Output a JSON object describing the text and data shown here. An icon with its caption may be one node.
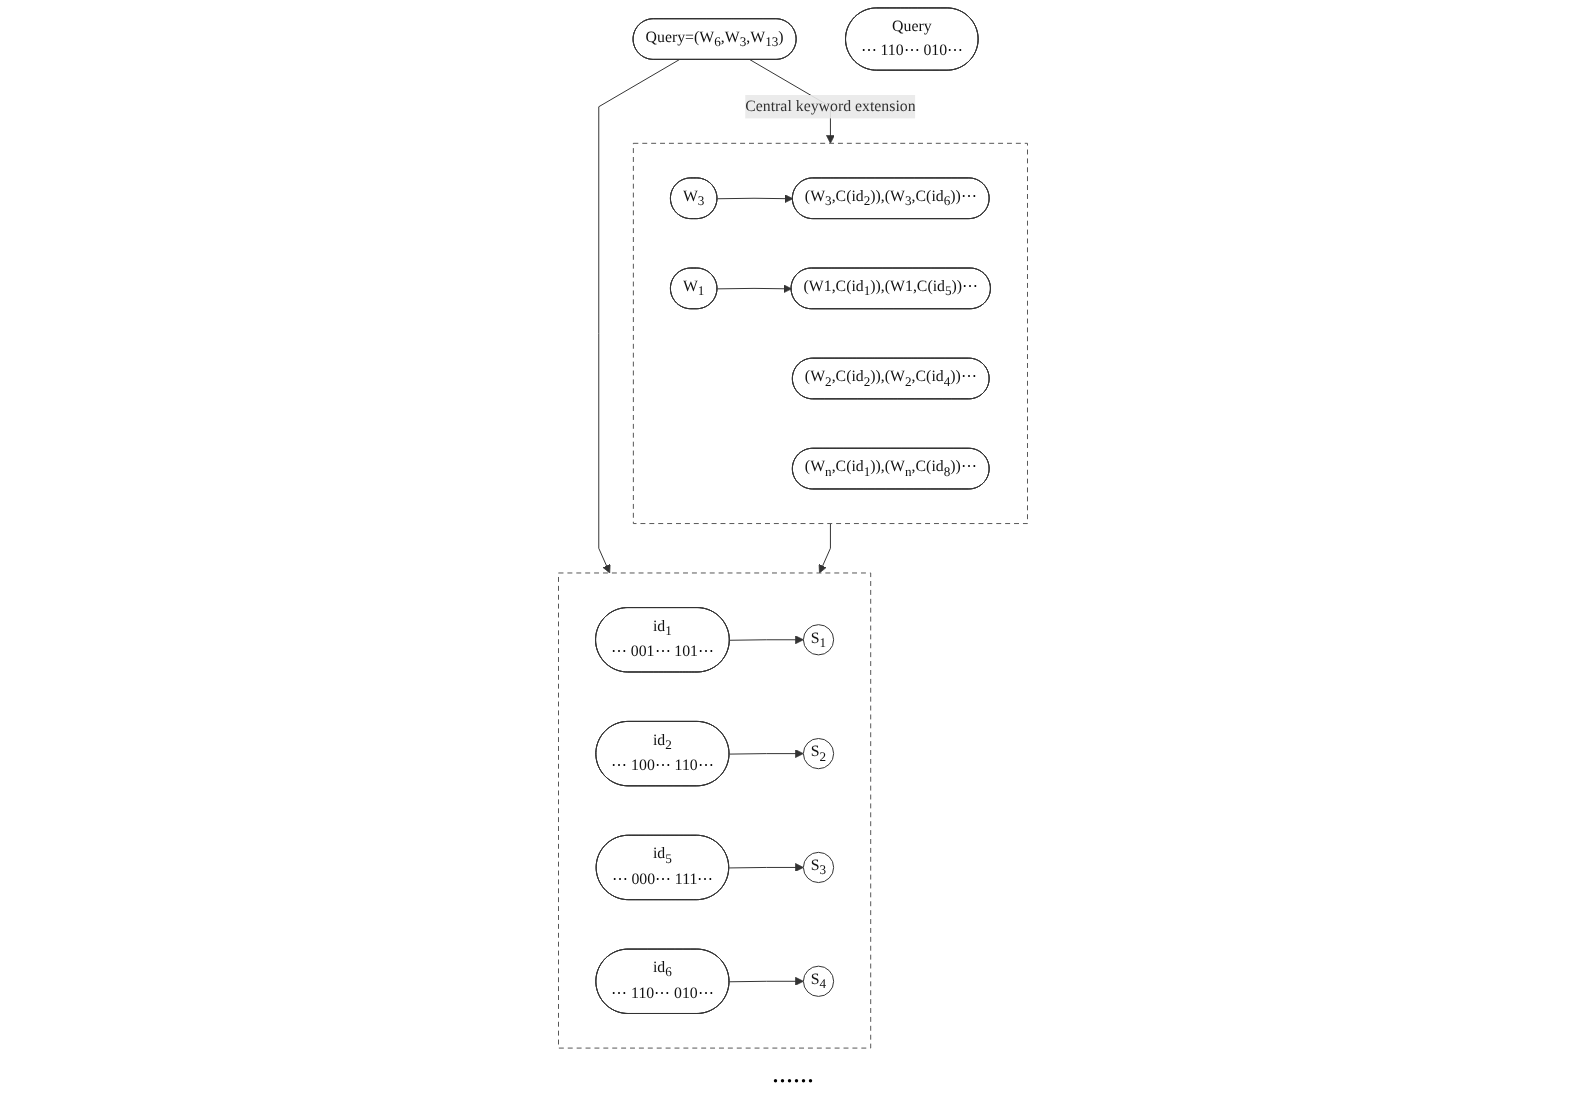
{
  "diagram": {
    "nodes": [
      {
        "text": [
          "Query=(W$_{6}$,W$_{3}$,W$_{13}$)"
        ]
      },
      {
        "text": [
          "Query",
          "⋯ 110⋯ 010⋯"
        ]
      },
      {
        "text": [],
        "shape": "box"
      },
      {
        "text": [],
        "shape": "box"
      },
      {
        "text": [
          "W$_{3}$"
        ],
        "in": 2
      },
      {
        "text": [
          "W$_{1}$"
        ],
        "in": 2
      },
      {
        "text": [
          "(W1,C(id$_{1}$)),(W1,C(id$_{5}$))⋯"
        ],
        "in": 2
      },
      {
        "text": [
          "(W$_{2}$,C(id$_{2}$)),(W$_{2}$,C(id$_{4}$))⋯"
        ],
        "in": 2
      },
      {
        "text": [
          "(W$_{3}$,C(id$_{2}$)),(W$_{3}$,C(id$_{6}$))⋯"
        ],
        "in": 2
      },
      {
        "text": [
          "(W$_{n}$,C(id$_{1}$)),(W$_{n}$,C(id$_{8}$))⋯"
        ],
        "in": 2
      },
      {
        "text": [
          "id$_{1}$",
          "⋯ 001⋯ 101⋯"
        ],
        "in": 3
      },
      {
        "text": [
          "S$_{1}$"
        ],
        "in": 3
      },
      {
        "text": [
          "id$_{2}$",
          "⋯ 100⋯ 110⋯"
        ],
        "in": 3
      },
      {
        "text": [
          "S$_{2}$"
        ],
        "in": 3
      },
      {
        "text": [
          "id$_{5}$",
          "⋯ 000⋯ 111⋯"
        ],
        "in": 3
      },
      {
        "text": [
          "S$_{3}$"
        ],
        "in": 3
      },
      {
        "text": [
          "id$_{6}$",
          "⋯ 110⋯ 010⋯"
        ],
        "in": 3
      },
      {
        "text": [
          "S$_{4}$"
        ],
        "in": 3
      }
    ],
    "edges": [
      {
        "from": 0,
        "to": 2,
        "arrow": "to",
        "label": "Central keyword extension"
      },
      {
        "from": 0,
        "to": 3,
        "arrow": "to"
      },
      {
        "from": 4,
        "to": 8,
        "arrow": "to"
      },
      {
        "from": 5,
        "to": 6,
        "arrow": "to"
      },
      {
        "from": 2,
        "to": 3,
        "arrow": "to"
      },
      {
        "from": 10,
        "to": 11,
        "arrow": "to"
      },
      {
        "from": 12,
        "to": 13,
        "arrow": "to"
      },
      {
        "from": 14,
        "to": 15,
        "arrow": "to"
      },
      {
        "from": 16,
        "to": 17,
        "arrow": "to"
      }
    ],
    "labels": [
      "......"
    ]
  }
}
